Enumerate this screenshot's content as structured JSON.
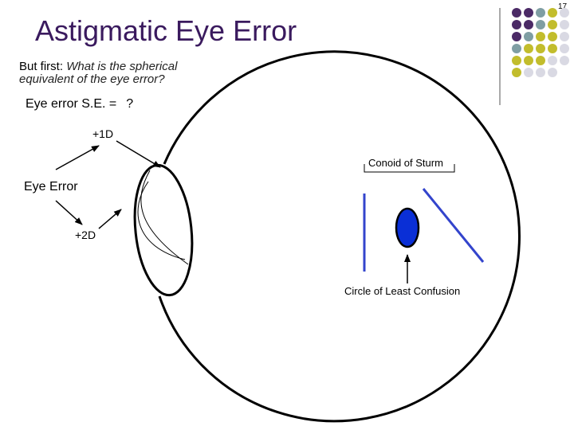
{
  "slide": {
    "number": "17",
    "title": "Astigmatic Eye Error"
  },
  "intro": {
    "lead": "But first:",
    "question_line1": "What is the spherical",
    "question_line2": "equivalent of the eye error?"
  },
  "spherical_equivalent": {
    "label": "Eye error S.E. =",
    "value": "?"
  },
  "diagram": {
    "label_1d": "+1D",
    "label_2d": "+2D",
    "eye_error": "Eye Error",
    "conoid": "Conoid of Sturm",
    "circle_least_confusion": "Circle of Least Confusion"
  },
  "colors": {
    "title": "#3a1a5e",
    "focal_line": "#3344cc",
    "circle_fill": "#0a2fd6",
    "dot_purple": "#4b2a66",
    "dot_teal": "#7f9ea3",
    "dot_olive": "#c2bd2c",
    "dot_light": "#d9d9e3"
  },
  "decoration": {
    "dot_grid": [
      [
        "dot_purple",
        "dot_purple",
        "dot_teal",
        "dot_olive",
        "dot_light"
      ],
      [
        "dot_purple",
        "dot_purple",
        "dot_teal",
        "dot_olive",
        "dot_light"
      ],
      [
        "dot_purple",
        "dot_teal",
        "dot_olive",
        "dot_olive",
        "dot_light"
      ],
      [
        "dot_teal",
        "dot_olive",
        "dot_olive",
        "dot_olive",
        "dot_light"
      ],
      [
        "dot_olive",
        "dot_olive",
        "dot_olive",
        "dot_light",
        "dot_light"
      ],
      [
        "dot_olive",
        "dot_light",
        "dot_light",
        "dot_light",
        "",
        "",
        ""
      ]
    ]
  }
}
